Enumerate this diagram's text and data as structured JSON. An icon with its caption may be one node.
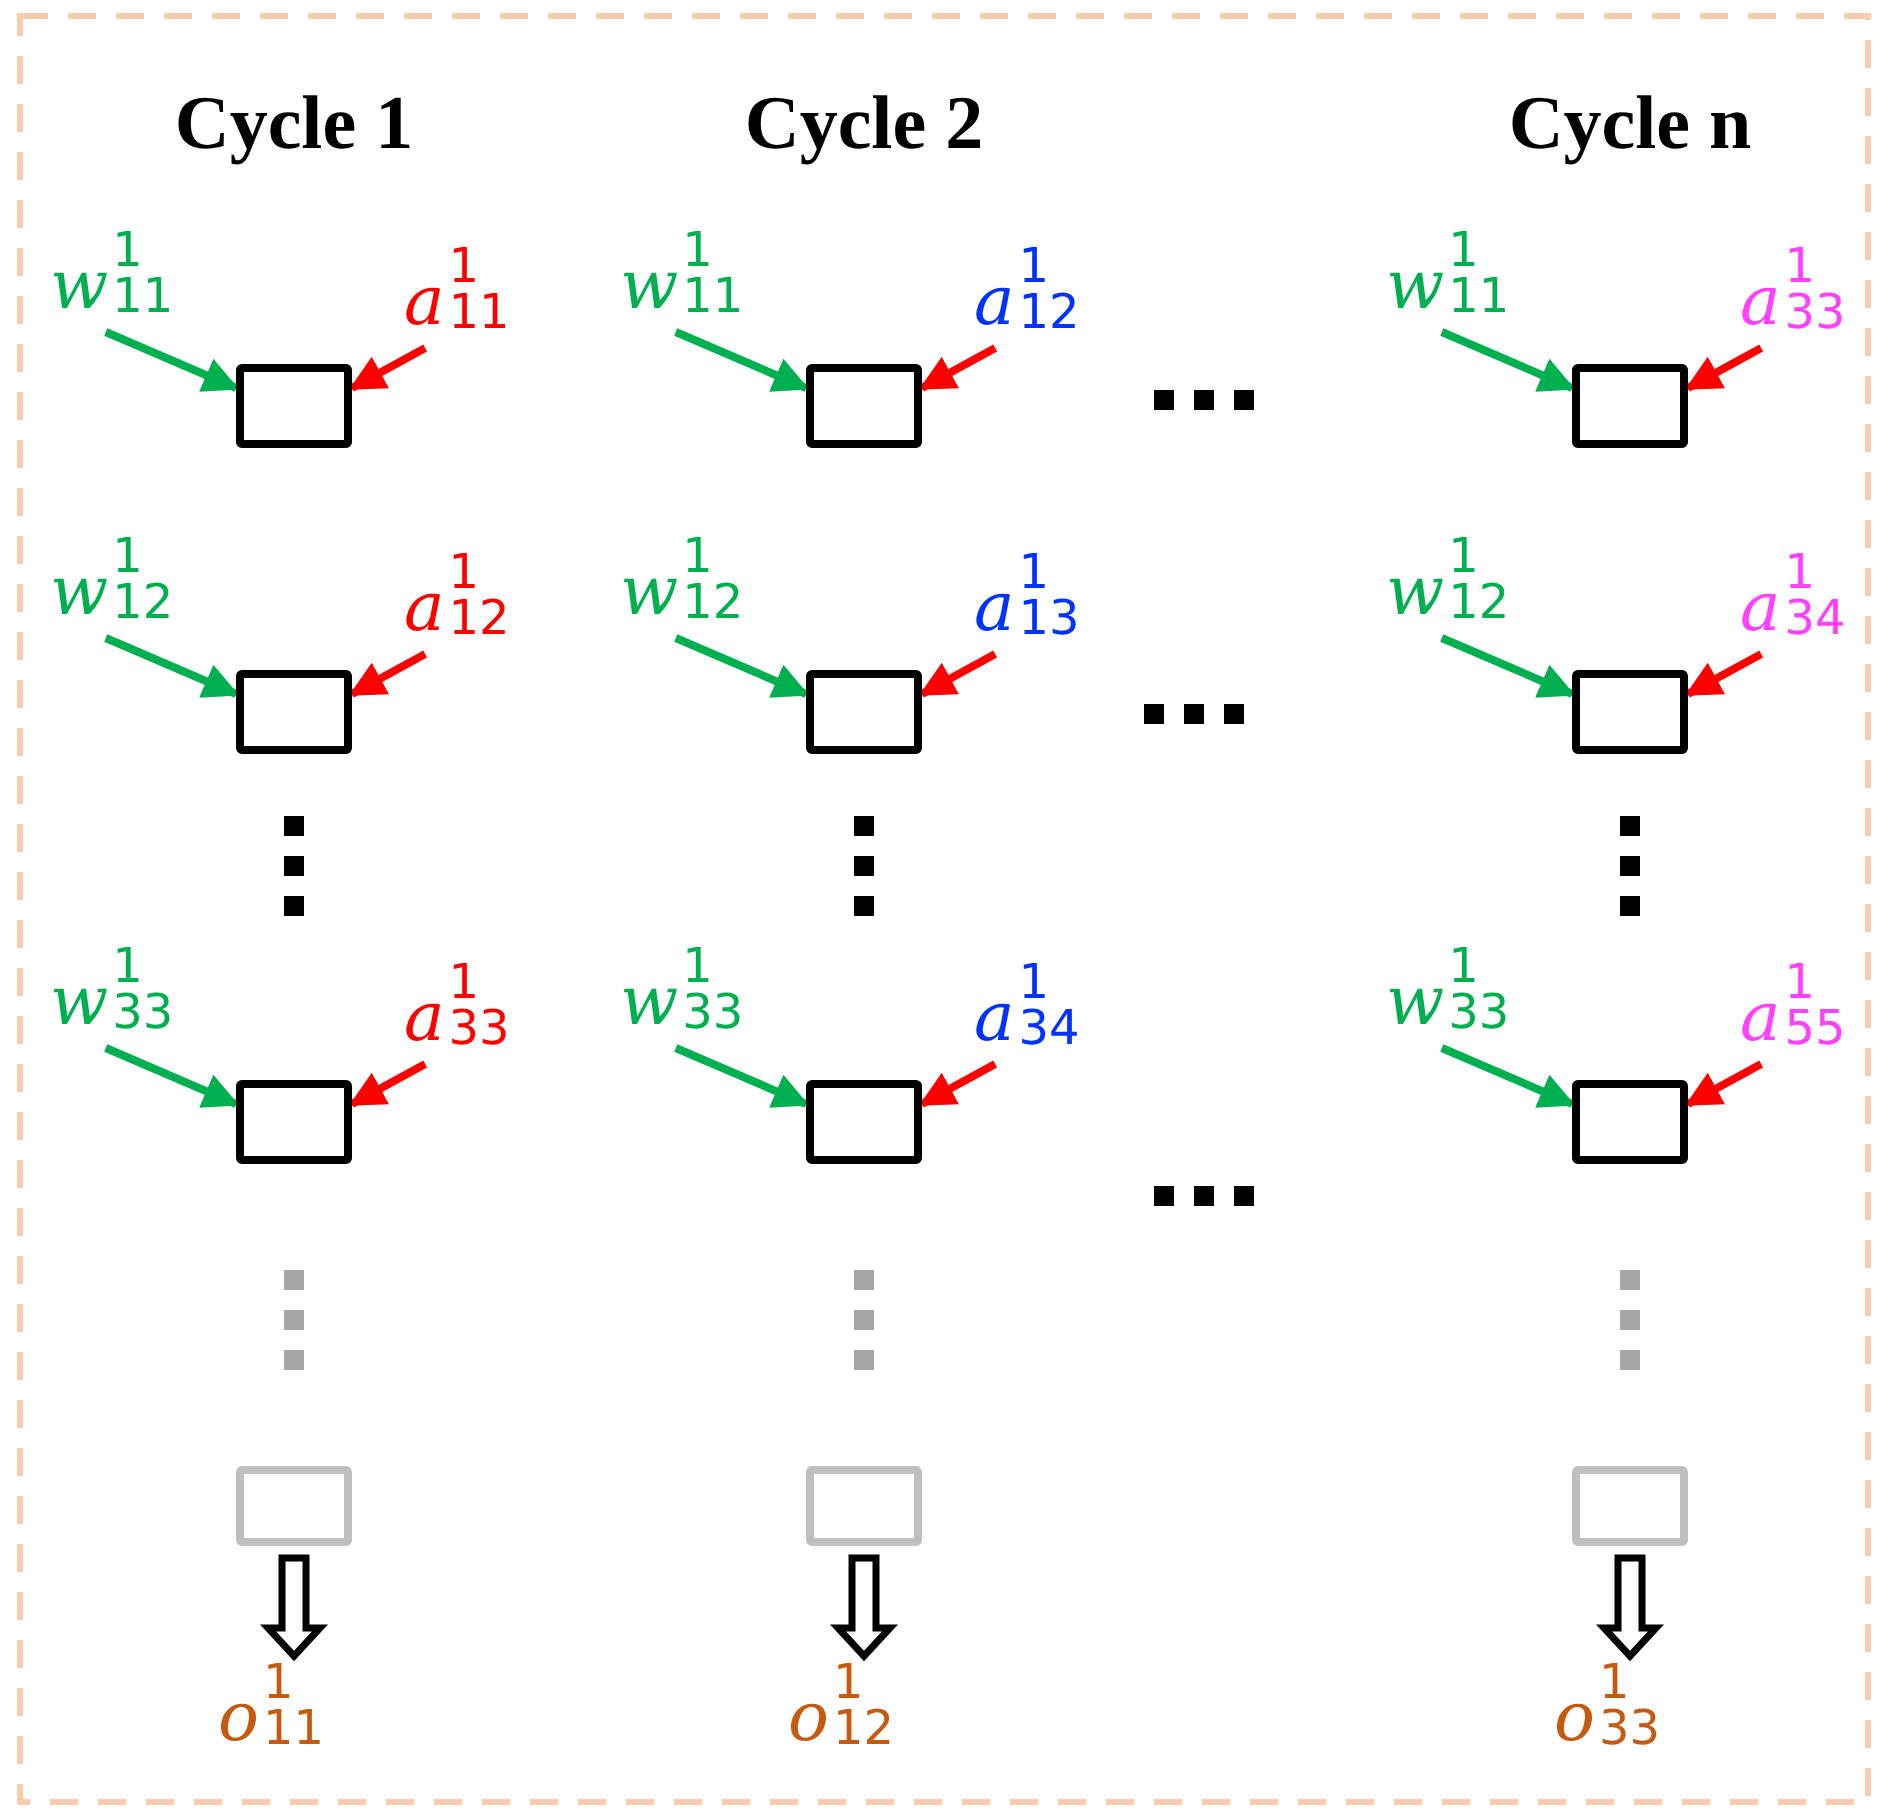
{
  "diagram": {
    "nodes": [
      {
        "text": [
          "*w*$^{1}$$_{11}$"
        ]
      },
      {
        "text": [
          "*a*$^{1}$$_{11}$"
        ]
      },
      {
        "text": [],
        "shape": "box"
      },
      {
        "text": [
          "*w*$^{1}$$_{11}$"
        ]
      },
      {
        "text": [
          "*a*$^{1}$$_{12}$"
        ]
      },
      {
        "text": [],
        "shape": "box"
      },
      {
        "text": [
          "*w*$^{1}$$_{11}$"
        ]
      },
      {
        "text": [
          "*a*$^{1}$$_{33}$"
        ]
      },
      {
        "text": [],
        "shape": "box"
      },
      {
        "text": [
          "*w*$^{1}$$_{12}$"
        ]
      },
      {
        "text": [
          "*a*$^{1}$$_{12}$"
        ]
      },
      {
        "text": [],
        "shape": "box"
      },
      {
        "text": [
          "*w*$^{1}$$_{12}$"
        ]
      },
      {
        "text": [
          "*a*$^{1}$$_{13}$"
        ]
      },
      {
        "text": [],
        "shape": "box"
      },
      {
        "text": [
          "*w*$^{1}$$_{12}$"
        ]
      },
      {
        "text": [
          "*a*$^{1}$$_{34}$"
        ]
      },
      {
        "text": [],
        "shape": "box"
      },
      {
        "text": [
          "*w*$^{1}$$_{33}$"
        ]
      },
      {
        "text": [
          "*a*$^{1}$$_{33}$"
        ]
      },
      {
        "text": [],
        "shape": "box"
      },
      {
        "text": [
          "*w*$^{1}$$_{33}$"
        ]
      },
      {
        "text": [
          "*a*$^{1}$$_{34}$"
        ]
      },
      {
        "text": [],
        "shape": "box"
      },
      {
        "text": [
          "*w*$^{1}$$_{33}$"
        ]
      },
      {
        "text": [
          "*a*$^{1}$$_{55}$"
        ]
      },
      {
        "text": [],
        "shape": "box"
      },
      {
        "text": [],
        "shape": "box"
      },
      {
        "text": [],
        "shape": "box"
      },
      {
        "text": [],
        "shape": "box"
      },
      {
        "text": [
          "*o*$^{1}$$_{11}$"
        ]
      },
      {
        "text": [
          "*o*$^{1}$$_{12}$"
        ]
      },
      {
        "text": [
          "*o*$^{1}$$_{33}$"
        ]
      }
    ],
    "edges": [
      {
        "from": 0,
        "to": 2,
        "arrow": "to",
        "color": "#00b050"
      },
      {
        "from": 1,
        "to": 2,
        "arrow": "to",
        "color": "#ff0000"
      },
      {
        "from": 3,
        "to": 5,
        "arrow": "to",
        "color": "#00b050"
      },
      {
        "from": 4,
        "to": 5,
        "arrow": "to",
        "color": "#ff0000"
      },
      {
        "from": 6,
        "to": 8,
        "arrow": "to",
        "color": "#00b050"
      },
      {
        "from": 7,
        "to": 8,
        "arrow": "to",
        "color": "#ff0000"
      },
      {
        "from": 9,
        "to": 11,
        "arrow": "to",
        "color": "#00b050"
      },
      {
        "from": 10,
        "to": 11,
        "arrow": "to",
        "color": "#ff0000"
      },
      {
        "from": 12,
        "to": 14,
        "arrow": "to",
        "color": "#00b050"
      },
      {
        "from": 13,
        "to": 14,
        "arrow": "to",
        "color": "#ff0000"
      },
      {
        "from": 15,
        "to": 17,
        "arrow": "to",
        "color": "#00b050"
      },
      {
        "from": 16,
        "to": 17,
        "arrow": "to",
        "color": "#ff0000"
      },
      {
        "from": 18,
        "to": 20,
        "arrow": "to",
        "color": "#00b050"
      },
      {
        "from": 19,
        "to": 20,
        "arrow": "to",
        "color": "#ff0000"
      },
      {
        "from": 21,
        "to": 23,
        "arrow": "to",
        "color": "#00b050"
      },
      {
        "from": 22,
        "to": 23,
        "arrow": "to",
        "color": "#ff0000"
      },
      {
        "from": 24,
        "to": 26,
        "arrow": "to",
        "color": "#00b050"
      },
      {
        "from": 25,
        "to": 26,
        "arrow": "to",
        "color": "#ff0000"
      },
      {
        "from": 27,
        "to": 30,
        "arrow": "to",
        "style": "thick"
      },
      {
        "from": 28,
        "to": 31,
        "arrow": "to",
        "style": "thick"
      },
      {
        "from": 29,
        "to": 32,
        "arrow": "to",
        "style": "thick"
      }
    ],
    "labels": [
      "Cycle 1",
      "Cycle 2",
      "Cycle n"
    ]
  }
}
